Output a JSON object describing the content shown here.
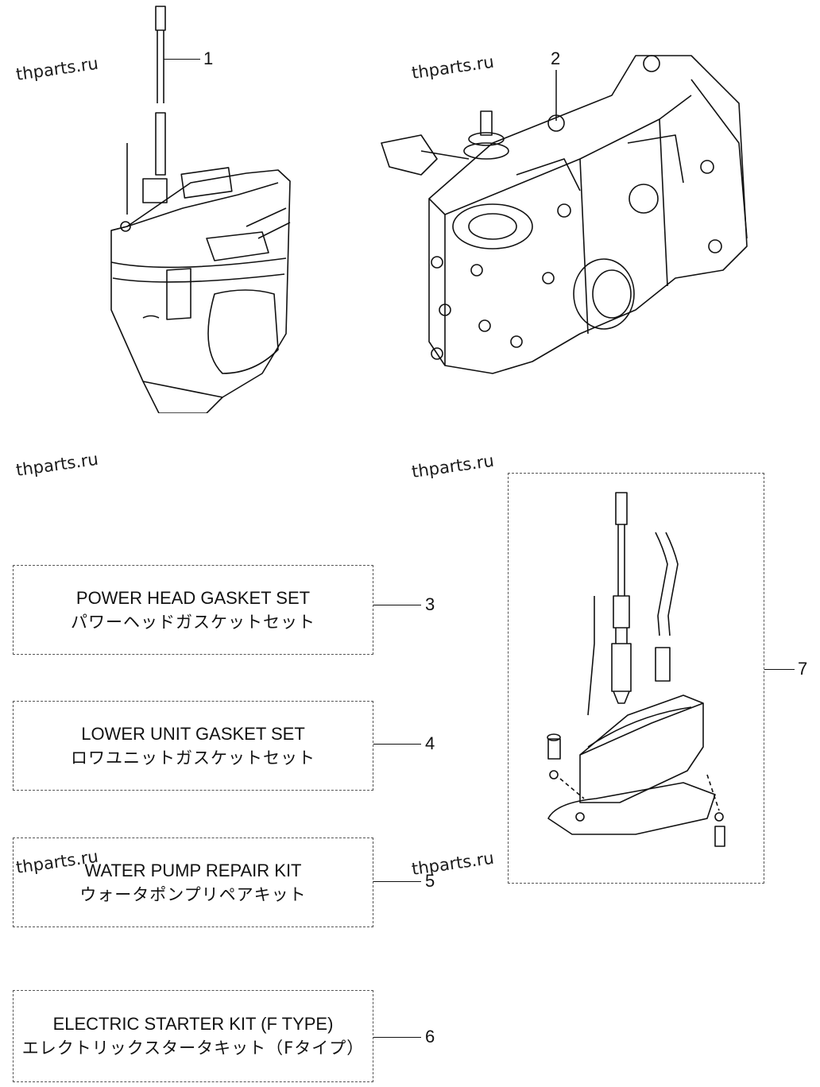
{
  "watermark": "thparts.ru",
  "callouts": {
    "c1": "1",
    "c2": "2",
    "c3": "3",
    "c4": "4",
    "c5": "5",
    "c6": "6",
    "c7": "7"
  },
  "kits": {
    "power_head": {
      "en": "POWER HEAD GASKET SET",
      "ja": "パワーヘッドガスケットセット"
    },
    "lower_unit": {
      "en": "LOWER UNIT GASKET SET",
      "ja": "ロワユニットガスケットセット"
    },
    "water_pump": {
      "en": "WATER PUMP REPAIR KIT",
      "ja": "ウォータポンプリペアキット"
    },
    "electric_starter": {
      "en": "ELECTRIC STARTER KIT (F TYPE)",
      "ja": "エレクトリックスタータキット（Fタイプ）"
    }
  },
  "icons": {
    "part1": "lower-unit-drawing",
    "part2": "power-head-drawing",
    "part7": "upper-casing-drawing"
  }
}
